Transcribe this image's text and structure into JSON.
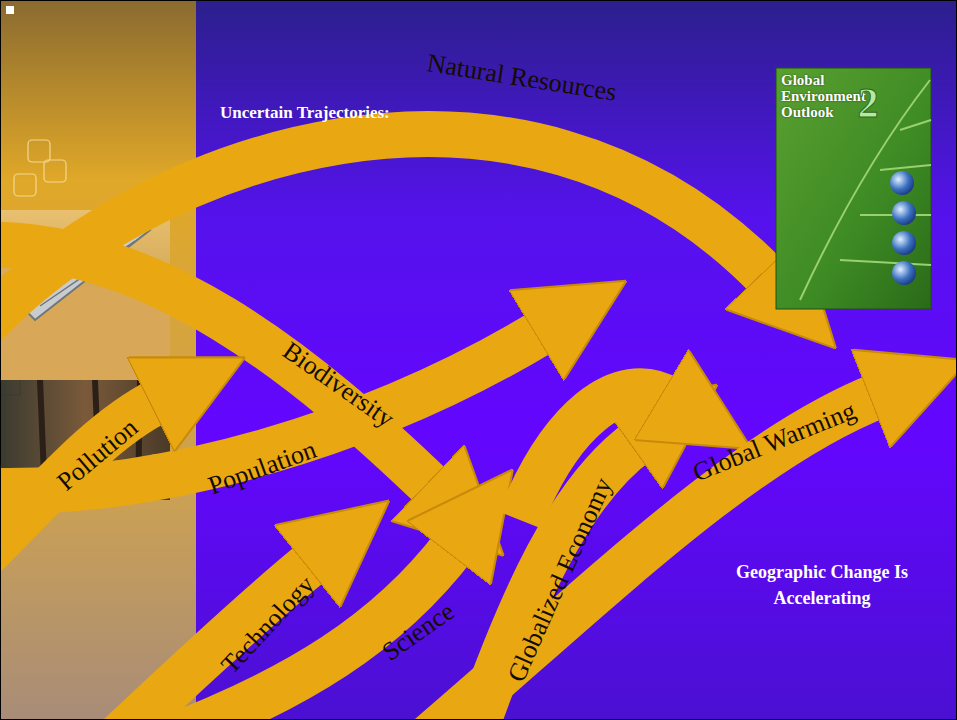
{
  "diagram": {
    "title": "Uncertain Trajectories:",
    "caption": "Geographic Change Is Accelerating",
    "labels": [
      "Natural Resources",
      "Biodiversity",
      "Pollution",
      "Population",
      "Global Warming",
      "Globalized Economy",
      "Technology",
      "Science",
      "Global Environment Outlook",
      "2"
    ]
  }
}
